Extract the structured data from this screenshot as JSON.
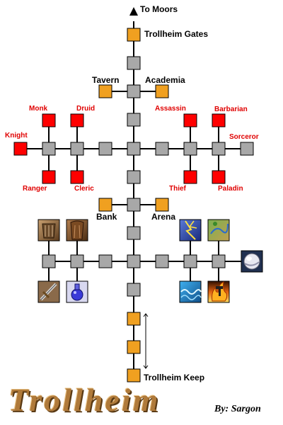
{
  "map": {
    "top_exit": "To Moors",
    "rooms": {
      "trollheim_gates": "Trollheim Gates",
      "tavern": "Tavern",
      "academia": "Academia",
      "bank": "Bank",
      "arena": "Arena",
      "trollheim_keep": "Trollheim Keep"
    },
    "guilds": {
      "monk": "Monk",
      "druid": "Druid",
      "assassin": "Assassin",
      "barbarian": "Barbarian",
      "knight": "Knight",
      "sorceror": "Sorceror",
      "ranger": "Ranger",
      "cleric": "Cleric",
      "thief": "Thief",
      "paladin": "Paladin"
    },
    "shop_icons": [
      "armor-icon",
      "cloak-icon",
      "sword-icon",
      "potion-icon",
      "lightning-icon",
      "map-icon",
      "water-icon",
      "fire-icon",
      "crystal-ball-icon"
    ]
  },
  "title": "Trollheim",
  "author": "By: Sargon",
  "colors": {
    "room": "#a8a8a8",
    "special": "#f0a020",
    "guild": "#ff0000",
    "line": "#000000",
    "title": "#b07a3a"
  }
}
